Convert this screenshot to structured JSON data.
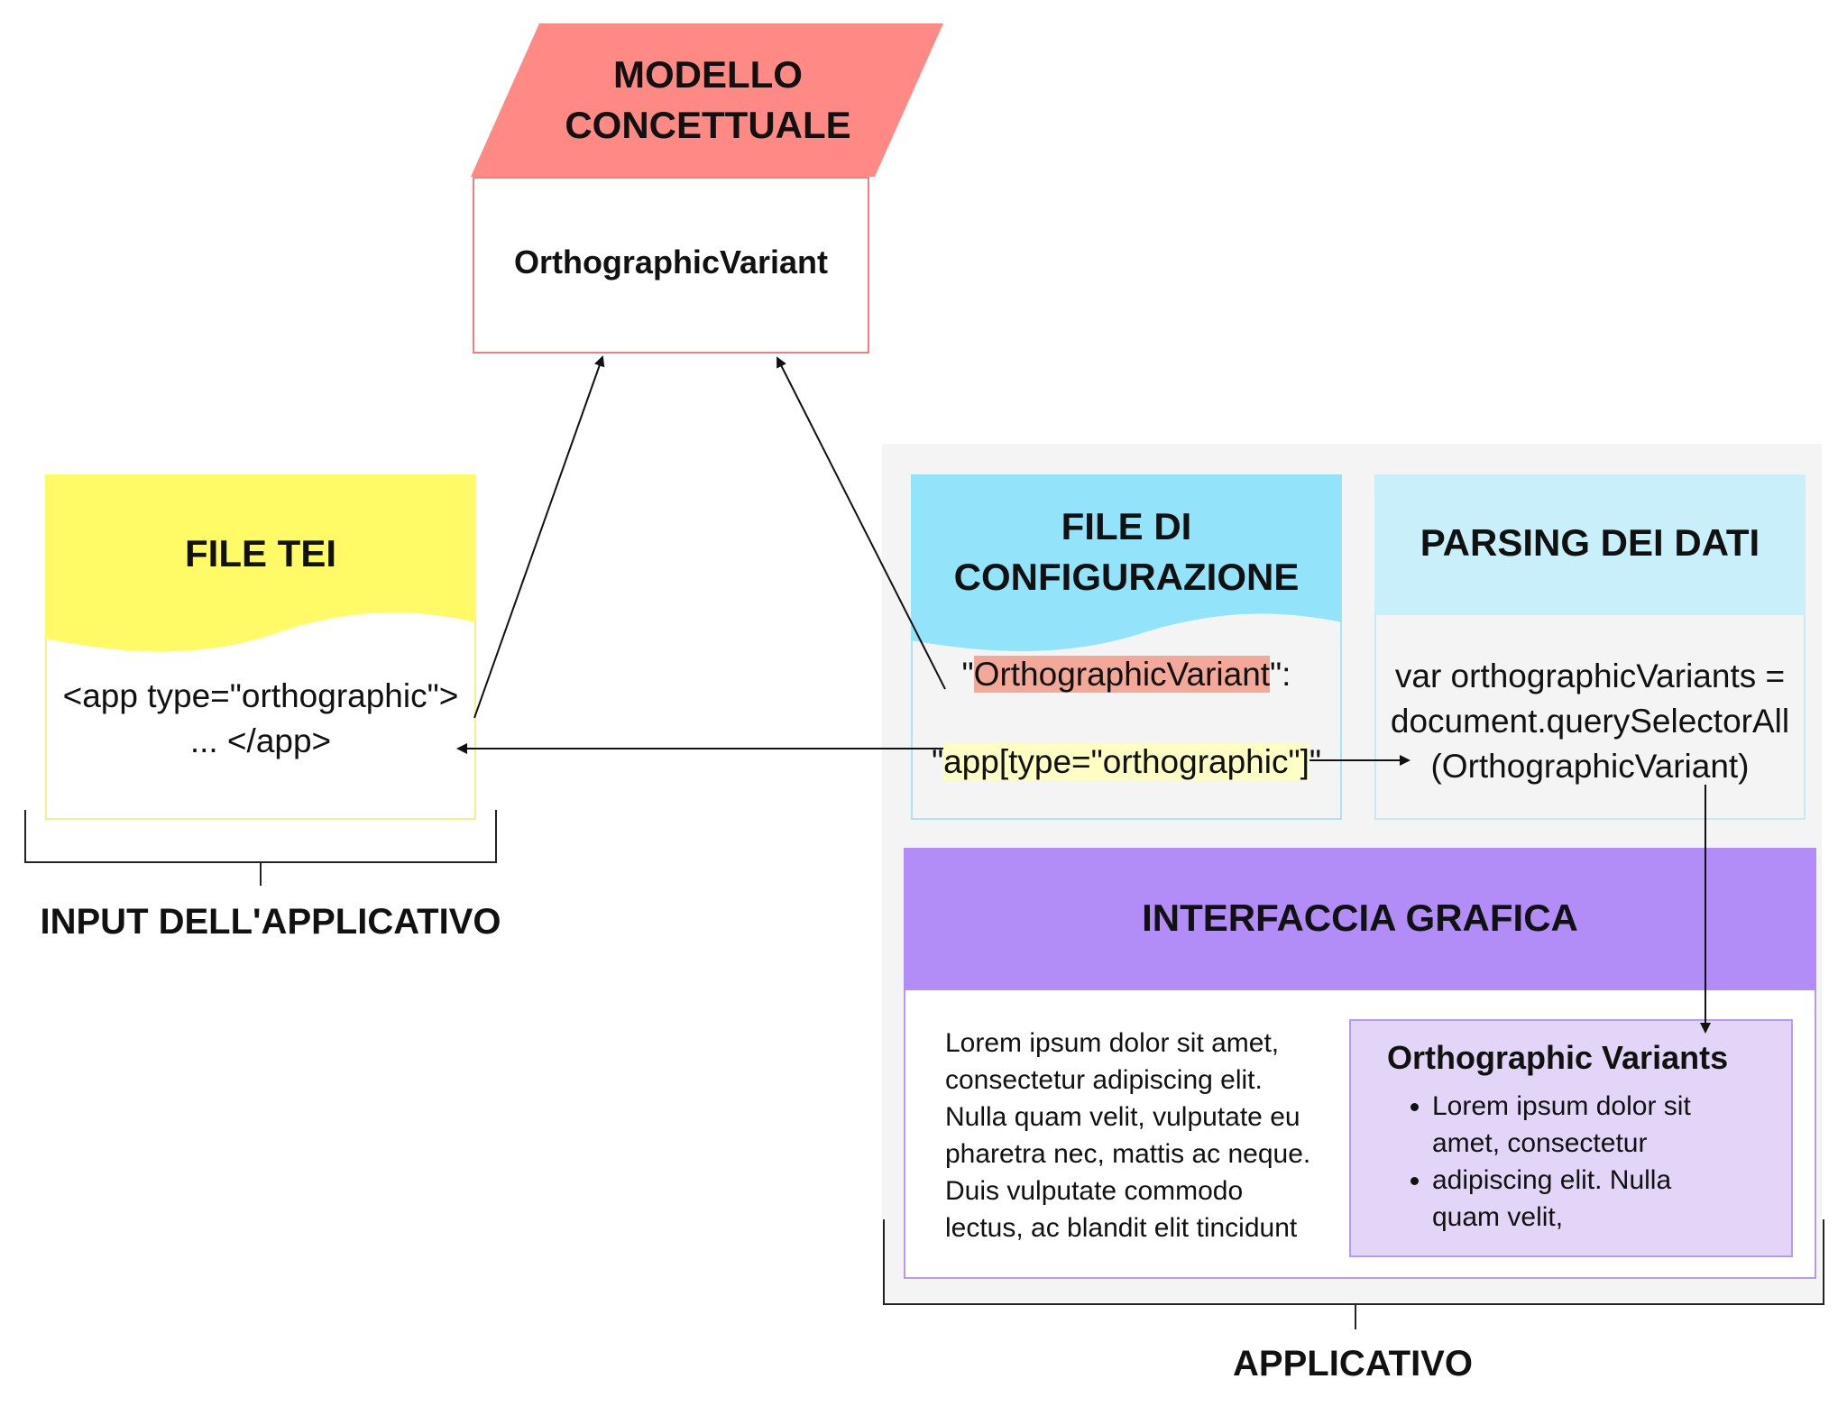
{
  "conceptual_model": {
    "header": [
      "MODELLO",
      "CONCETTUALE"
    ],
    "entity": "OrthographicVariant",
    "colors": {
      "header": "#ff8a85",
      "border": "#f08080"
    }
  },
  "tei_file": {
    "title": "FILE TEI",
    "code": [
      "<app type=\"orthographic\">",
      "... </app>"
    ],
    "colors": {
      "header": "#fffb66",
      "border": "#f5f08a"
    }
  },
  "input_bracket": {
    "label": "INPUT DELL'APPLICATIVO"
  },
  "application": {
    "label": "APPLICATIVO",
    "colors": {
      "background": "#f4f4f4"
    },
    "config_file": {
      "title": [
        "FILE DI",
        "CONFIGURAZIONE"
      ],
      "key_quote_open": "\"",
      "key": "OrthographicVariant",
      "key_quote_close": "\":",
      "value_quote_open": "\"",
      "value": "app[type=\"orthographic\"]",
      "value_quote_close": "\"",
      "colors": {
        "header": "#93e4fa",
        "border": "#a9e3f5",
        "key_highlight": "#f3a99a",
        "value_highlight": "#fdfdc4"
      }
    },
    "parsing": {
      "title": "PARSING DEI DATI",
      "code": [
        "var orthographicVariants =",
        "document.querySelectorAll",
        "(OrthographicVariant)"
      ],
      "colors": {
        "header": "#c9effb",
        "border": "#c5eaf6"
      }
    },
    "gui": {
      "title": "INTERFACCIA GRAFICA",
      "body_text": [
        "Lorem ipsum dolor sit amet,",
        "consectetur adipiscing elit.",
        "Nulla quam velit, vulputate eu",
        "pharetra nec, mattis ac neque.",
        "Duis vulputate commodo",
        "lectus, ac blandit elit tincidunt"
      ],
      "panel": {
        "title": "Orthographic Variants",
        "items": [
          [
            "Lorem ipsum dolor sit",
            "amet, consectetur"
          ],
          [
            "adipiscing elit. Nulla",
            "quam velit,"
          ]
        ]
      },
      "colors": {
        "header": "#b28cf7",
        "border": "#b89bf0",
        "panel": "#e3d5f7",
        "panel_border": "#b89bf0"
      }
    }
  }
}
